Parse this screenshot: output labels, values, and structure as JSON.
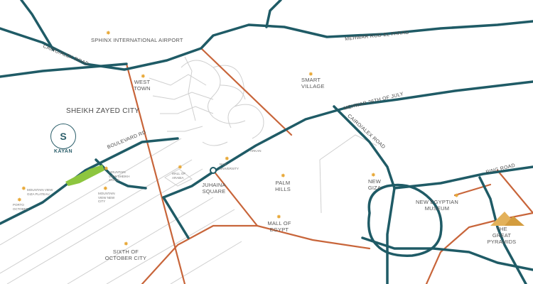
{
  "developer": {
    "logo_text": "S",
    "name": "KAYAN"
  },
  "places": {
    "sphinx_airport": "SPHINX INTERNATIONAL AIRPORT",
    "west_town": "WEST TOWN",
    "smart_village": "SMART VILLAGE",
    "sheikh_zayed": "SHEIKH ZAYED CITY",
    "nile_university": "NILE UNIVERSITY",
    "arkan": "ARKAN",
    "mall_of_arabia": "MALL OF ARABIA",
    "juhaina_square": "JUHAINA SQUARE",
    "palm_hills": "PALM HILLS",
    "new_giza": "NEW GIZA",
    "mall_of_egypt": "MALL OF EGYPT",
    "new_egyptian_museum": "NEW EGYPTIAN MUSEUM",
    "great_pyramids": "THE GREAT PYRAMIDS",
    "sixth_october": "SIXTH OF OCTOBER CITY",
    "mountain_view_sz": "MOUNTAIN VIEW SHEIKH ZAYED",
    "mountain_view_giza": "MOUNTAIN VIEW GIZA PLATEAU",
    "mountain_view_nc": "MOUNTAIN VIEW NEW CITY",
    "porto_october": "PORTO OCTOBER"
  },
  "roads": {
    "mehwar_rod_el_farag": "MEHWAR ROD EL FARAG",
    "cairo_alex_road_north": "CAIRO/ALEX ROAD",
    "mehwar_26_july": "MEHWAR 26TH OF JULY",
    "cairo_alex_road_east": "CAIRO/ALEX ROAD",
    "boulevard_rd": "BOULEVARD RD",
    "ring_road": "RING ROAD"
  },
  "colors": {
    "highway": "#1f5b66",
    "secondary": "#c8653a",
    "minor": "#bdbdbd",
    "project": "#8dc63f",
    "star": "#e8a93a",
    "pyramids": "#e3b15a"
  }
}
